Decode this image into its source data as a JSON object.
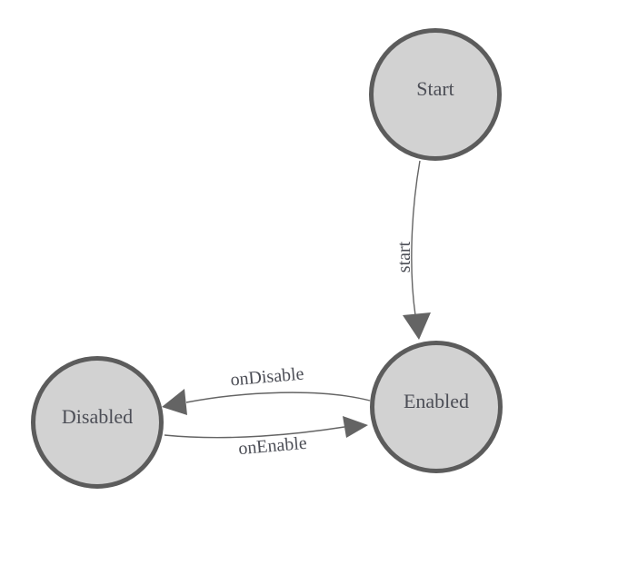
{
  "diagram": {
    "type": "state-machine-diagram",
    "background": "#ffffff",
    "colors": {
      "background": "#ffffff",
      "node_fill": "#d2d2d2",
      "node_border": "#5c5c5c",
      "edge": "#646464",
      "text": "#4c4e56"
    },
    "nodes": [
      {
        "id": "start",
        "label": "Start"
      },
      {
        "id": "enabled",
        "label": "Enabled"
      },
      {
        "id": "disabled",
        "label": "Disabled"
      }
    ],
    "edges": [
      {
        "from": "Start",
        "to": "Enabled",
        "label": "start"
      },
      {
        "from": "Enabled",
        "to": "Disabled",
        "label": "onDisable"
      },
      {
        "from": "Disabled",
        "to": "Enabled",
        "label": "onEnable"
      }
    ]
  }
}
